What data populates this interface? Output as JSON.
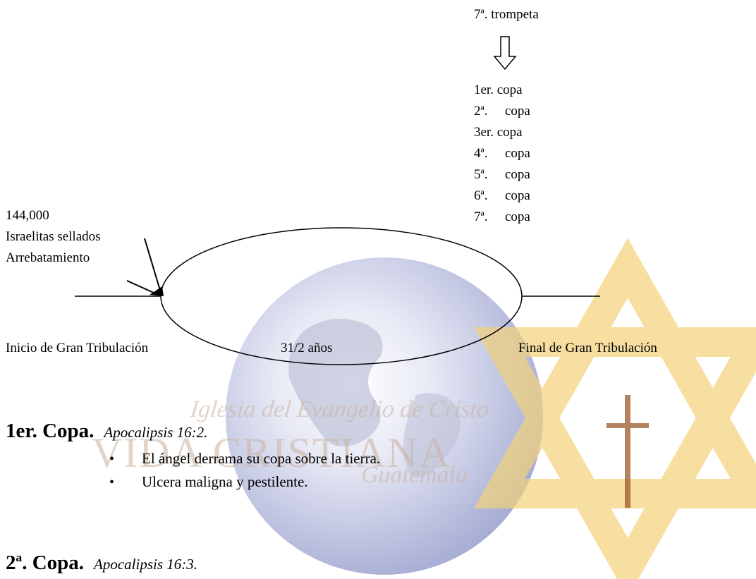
{
  "diagram": {
    "trumpet_label": "7ª. trompeta",
    "cups": [
      {
        "ordinal": "1er.",
        "word": "copa"
      },
      {
        "ordinal": "2ª.",
        "word": "copa"
      },
      {
        "ordinal": "3er.",
        "word": "copa"
      },
      {
        "ordinal": "4ª.",
        "word": "copa"
      },
      {
        "ordinal": "5ª.",
        "word": "copa"
      },
      {
        "ordinal": "6ª.",
        "word": "copa"
      },
      {
        "ordinal": "7ª.",
        "word": "copa"
      }
    ],
    "left_labels": [
      "144,000",
      "Israelitas sellados",
      "Arrebatamiento"
    ],
    "start_label": "Inicio de Gran Tribulación",
    "duration_label": "31/2 años",
    "end_label": "Final de Gran Tribulación"
  },
  "watermark": {
    "line1": "Iglesia del Evangelio de Cristo",
    "line2": "VIDA CRISTIANA",
    "line3": "Guatemala",
    "colors": {
      "star_gold": "#f3d27a",
      "globe_blue": "#6f79b8",
      "cross": "#9a5a2a"
    }
  },
  "sections": [
    {
      "heading": "1er. Copa.",
      "reference": "Apocalipsis 16:2.",
      "bullets": [
        "El ángel derrama su copa sobre la tierra.",
        "Ulcera maligna y pestilente."
      ]
    },
    {
      "heading": "2ª. Copa.",
      "reference": "Apocalipsis 16:3."
    }
  ],
  "bullet_glyph": "•"
}
